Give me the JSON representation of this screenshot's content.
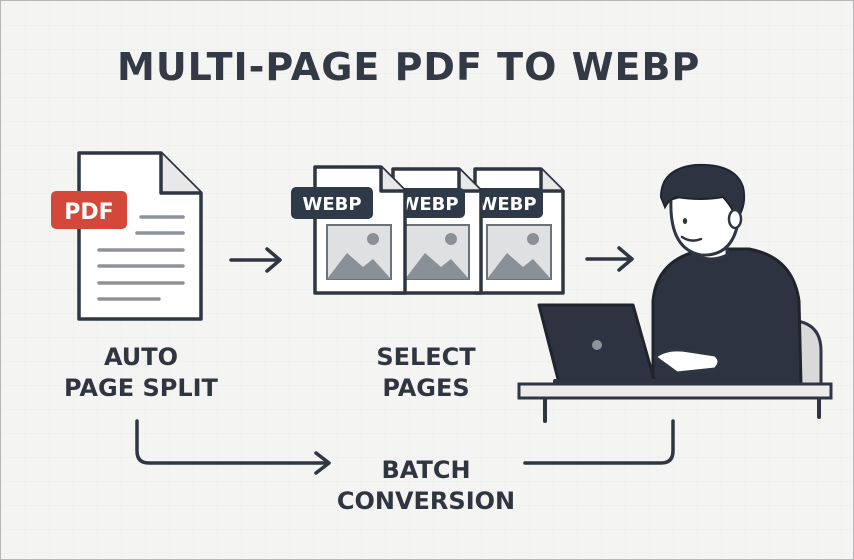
{
  "title": "MULTI-PAGE PDF TO WEBP",
  "steps": {
    "split": {
      "line1": "AUTO",
      "line2": "PAGE SPLIT"
    },
    "select": {
      "line1": "SELECT",
      "line2": "PAGES"
    },
    "batch": {
      "line1": "BATCH",
      "line2": "CONVERSION"
    }
  },
  "badges": {
    "pdf": "PDF",
    "webp": "WEBP"
  },
  "colors": {
    "ink": "#2f3641",
    "pdf_red": "#d4483a",
    "webp_badge": "#2f3a48",
    "background": "#f4f4f2"
  },
  "icons": [
    "pdf-document-icon",
    "webp-image-file-icon",
    "arrow-right-icon",
    "person-at-laptop-icon"
  ]
}
